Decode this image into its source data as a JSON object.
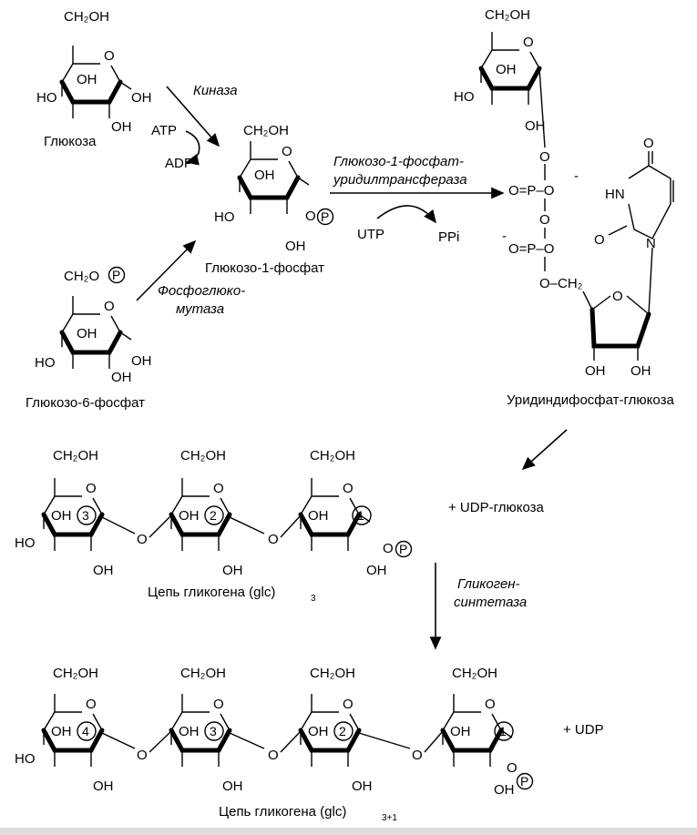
{
  "texts": {
    "ch2oh": "CH₂OH",
    "ch2op": "CH₂O",
    "oh": "OH",
    "ho": "HO",
    "o": "O",
    "p": "P",
    "glucose": "Глюкоза",
    "atp": "ATP",
    "adp": "ADP",
    "kinase": "Киназа",
    "g1p": "Глюкозо-1-фосфат",
    "g6p": "Глюкозо-6-фосфат",
    "mutase1": "Фосфоглюко-",
    "mutase2": "мутаза",
    "uridylyl1": "Глюкозо-1-фосфат-",
    "uridylyl2": "уридилтрансфераза",
    "utp": "UTP",
    "ppi": "PPi",
    "udpg": "Уридиндифосфат-глюкоза",
    "hn": "HN",
    "n": "N",
    "ominus_p_o": "O=P–O",
    "minus": "-",
    "o_ch2": "O–CH₂",
    "plus_udpg": "+ UDP-глюкоза",
    "synthase1": "Гликоген-",
    "synthase2": "синтетаза",
    "chain3": "Цепь гликогена (glc)",
    "chain3_sub": "3",
    "chain4": "Цепь гликогена (glc)",
    "chain4_sub": "3+1",
    "plus_udp": "+ UDP",
    "n1": "1",
    "n2": "2",
    "n3": "3",
    "n4": "4"
  }
}
